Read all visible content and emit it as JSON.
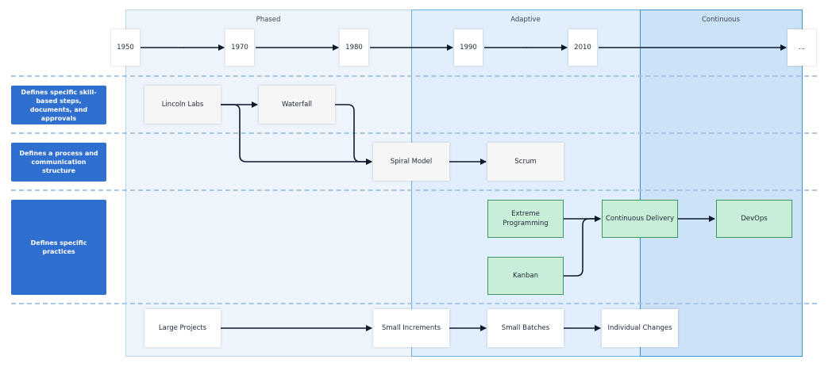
{
  "bands": {
    "phased": "Phased",
    "adaptive": "Adaptive",
    "continuous": "Continuous"
  },
  "timeline": {
    "y1950": "1950",
    "dots1": "...",
    "y1970": "1970",
    "y1980": "1980",
    "y1990": "1990",
    "dots2": "...",
    "y2010": "2010",
    "end": "..."
  },
  "categories": {
    "skill_based": "Defines specific skill-based steps, documents, and approvals",
    "process": "Defines a process and communication structure",
    "practices": "Defines specific practices"
  },
  "nodes": {
    "lincoln_labs": "Lincoln Labs",
    "waterfall": "Waterfall",
    "spiral_model": "Spiral Model",
    "scrum": "Scrum",
    "extreme_programming": "Extreme Programming",
    "kanban": "Kanban",
    "continuous_delivery": "Continuous Delivery",
    "devops": "DevOps",
    "large_projects": "Large Projects",
    "small_increments": "Small Increments",
    "small_batches": "Small Batches",
    "individual_changes": "Individual Changes"
  },
  "colors": {
    "category_fill": "#2f6fd0",
    "practice_fill": "#c8eed9",
    "practice_border": "#3a9a5c",
    "arrow": "#0f1b2d"
  }
}
